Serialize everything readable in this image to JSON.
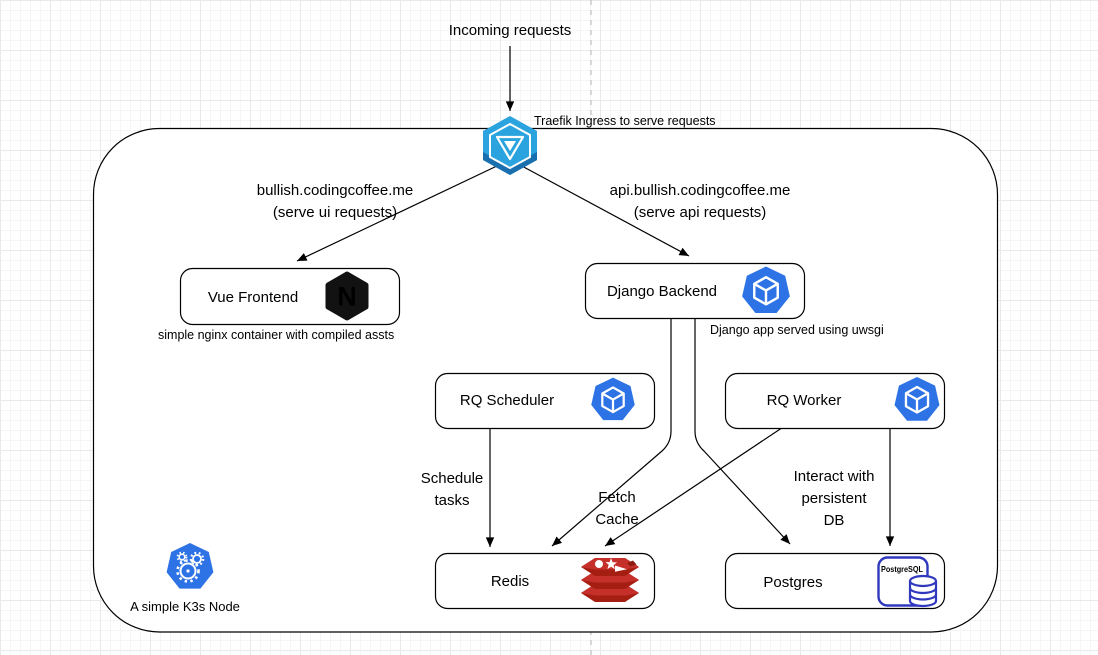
{
  "flow": {
    "incoming_label": "Incoming requests",
    "ingress_caption": "Traefik Ingress to serve requests"
  },
  "routes": {
    "ui": {
      "domain": "bullish.codingcoffee.me",
      "note": "(serve ui requests)"
    },
    "api": {
      "domain": "api.bullish.codingcoffee.me",
      "note": "(serve api requests)"
    }
  },
  "nodes": {
    "vue": {
      "label": "Vue Frontend",
      "caption": "simple nginx container with compiled assts",
      "icon": "nginx-icon",
      "nginx_letter": "N"
    },
    "django": {
      "label": "Django Backend",
      "caption": "Django app served using uwsgi",
      "icon": "kubernetes-pod-icon"
    },
    "rq_scheduler": {
      "label": "RQ Scheduler",
      "icon": "kubernetes-pod-icon"
    },
    "rq_worker": {
      "label": "RQ Worker",
      "icon": "kubernetes-pod-icon"
    },
    "redis": {
      "label": "Redis",
      "icon": "redis-icon"
    },
    "postgres": {
      "label": "Postgres",
      "icon": "postgresql-icon",
      "icon_text": "PostgreSQL"
    }
  },
  "edge_labels": {
    "schedule": [
      "Schedule",
      "tasks"
    ],
    "fetch": [
      "Fetch",
      "Cache"
    ],
    "interact": [
      "Interact with",
      "persistent",
      "DB"
    ]
  },
  "cluster": {
    "note": "A simple K3s Node",
    "icon": "k3s-node-icon"
  },
  "colors": {
    "kubernetes_blue": "#2E73E6",
    "traefik_blue": "#2AA3DE",
    "traefik_blue_dark": "#1A6FAE",
    "nginx_black": "#121212",
    "redis_dark_red": "#A41E11",
    "redis_red": "#C6302B",
    "postgresql_blue": "#3038BE",
    "line_black": "#000000"
  }
}
